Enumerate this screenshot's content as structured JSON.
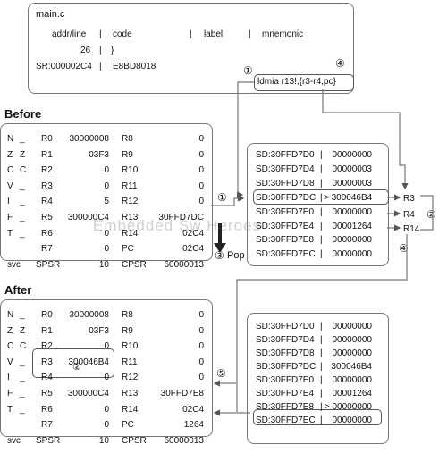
{
  "main": {
    "filename": "main.c",
    "col_addr": "addr/line",
    "col_code": "code",
    "col_label": "label",
    "col_mnemonic": "mnemonic",
    "sep": "|",
    "line_num": "26",
    "line_code": "}",
    "addr": "SR:000002C4",
    "opcode": "E8BD8018",
    "instruction": "ldmia   r13!,{r3-r4,pc}",
    "marker1": "①",
    "marker4": "④"
  },
  "before": {
    "title": "Before",
    "flags": [
      {
        "f": "N",
        "v": "_"
      },
      {
        "f": "Z",
        "v": "Z"
      },
      {
        "f": "C",
        "v": "C"
      },
      {
        "f": "V",
        "v": "_"
      },
      {
        "f": "I",
        "v": "_"
      },
      {
        "f": "F",
        "v": "_"
      },
      {
        "f": "T",
        "v": "_"
      },
      {
        "f": "",
        "v": ""
      }
    ],
    "left_regs": [
      {
        "n": "R0",
        "v": "30000008"
      },
      {
        "n": "R1",
        "v": "03F3"
      },
      {
        "n": "R2",
        "v": "0"
      },
      {
        "n": "R3",
        "v": "0"
      },
      {
        "n": "R4",
        "v": "5"
      },
      {
        "n": "R5",
        "v": "300000C4"
      },
      {
        "n": "R6",
        "v": "0"
      },
      {
        "n": "R7",
        "v": "0"
      }
    ],
    "right_regs": [
      {
        "n": "R8",
        "v": "0"
      },
      {
        "n": "R9",
        "v": "0"
      },
      {
        "n": "R10",
        "v": "0"
      },
      {
        "n": "R11",
        "v": "0"
      },
      {
        "n": "R12",
        "v": "0"
      },
      {
        "n": "R13",
        "v": "30FFD7DC"
      },
      {
        "n": "R14",
        "v": "02C4"
      },
      {
        "n": "PC",
        "v": "02C4"
      }
    ],
    "mode": "svc",
    "spsr_label": "SPSR",
    "spsr": "10",
    "cpsr_label": "CPSR",
    "cpsr": "60000013",
    "r13_marker": "①"
  },
  "stack_before": [
    {
      "addr": "SD:30FFD7D0",
      "val": "00000000"
    },
    {
      "addr": "SD:30FFD7D4",
      "val": "00000003"
    },
    {
      "addr": "SD:30FFD7D8",
      "val": "00000003"
    },
    {
      "addr": "SD:30FFD7DC",
      "val": "> 300046B4"
    },
    {
      "addr": "SD:30FFD7E0",
      "val": "00000000"
    },
    {
      "addr": "SD:30FFD7E4",
      "val": "00001264"
    },
    {
      "addr": "SD:30FFD7E8",
      "val": "00000000"
    },
    {
      "addr": "SD:30FFD7EC",
      "val": "00000000"
    }
  ],
  "pop_targets": {
    "r3": "R3",
    "r4": "R4",
    "r14": "R14",
    "marker2": "②",
    "marker4": "④"
  },
  "pop": {
    "marker": "③",
    "label": "Pop"
  },
  "watermark": "Embedded Sw Heroes",
  "after": {
    "title": "After",
    "flags": [
      {
        "f": "N",
        "v": "_"
      },
      {
        "f": "Z",
        "v": "Z"
      },
      {
        "f": "C",
        "v": "C"
      },
      {
        "f": "V",
        "v": "_"
      },
      {
        "f": "I",
        "v": "_"
      },
      {
        "f": "F",
        "v": "_"
      },
      {
        "f": "T",
        "v": "_"
      },
      {
        "f": "",
        "v": ""
      }
    ],
    "left_regs": [
      {
        "n": "R0",
        "v": "30000008"
      },
      {
        "n": "R1",
        "v": "03F3"
      },
      {
        "n": "R2",
        "v": "0"
      },
      {
        "n": "R3",
        "v": "300046B4"
      },
      {
        "n": "R4",
        "v": "0"
      },
      {
        "n": "R5",
        "v": "300000C4"
      },
      {
        "n": "R6",
        "v": "0"
      },
      {
        "n": "R7",
        "v": "0"
      }
    ],
    "right_regs": [
      {
        "n": "R8",
        "v": "0"
      },
      {
        "n": "R9",
        "v": "0"
      },
      {
        "n": "R10",
        "v": "0"
      },
      {
        "n": "R11",
        "v": "0"
      },
      {
        "n": "R12",
        "v": "0"
      },
      {
        "n": "R13",
        "v": "30FFD7E8"
      },
      {
        "n": "R14",
        "v": "02C4"
      },
      {
        "n": "PC",
        "v": "1264"
      }
    ],
    "mode": "svc",
    "spsr_label": "SPSR",
    "spsr": "10",
    "cpsr_label": "CPSR",
    "cpsr": "60000013",
    "r4_marker": "②"
  },
  "stack_after": [
    {
      "addr": "SD:30FFD7D0",
      "val": "00000000"
    },
    {
      "addr": "SD:30FFD7D4",
      "val": "00000000"
    },
    {
      "addr": "SD:30FFD7D8",
      "val": "00000000"
    },
    {
      "addr": "SD:30FFD7DC",
      "val": "300046B4"
    },
    {
      "addr": "SD:30FFD7E0",
      "val": "00000000"
    },
    {
      "addr": "SD:30FFD7E4",
      "val": "00001264"
    },
    {
      "addr": "SD:30FFD7E8",
      "val": "> 00000000"
    },
    {
      "addr": "SD:30FFD7EC",
      "val": "00000000"
    }
  ],
  "after_marker5": "⑤"
}
